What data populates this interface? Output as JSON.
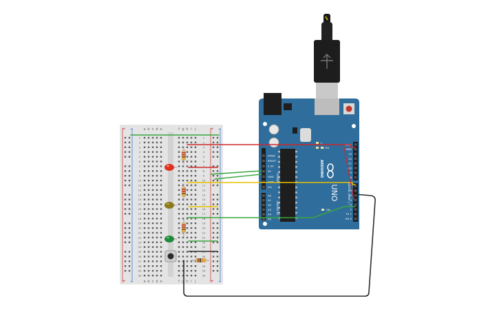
{
  "breadboard": {
    "col_letters_left": [
      "a",
      "b",
      "c",
      "d",
      "e"
    ],
    "col_letters_right": [
      "f",
      "g",
      "h",
      "i",
      "j"
    ],
    "row_labels": [
      "1",
      "2",
      "3",
      "4",
      "5",
      "6",
      "7",
      "8",
      "9",
      "10",
      "11",
      "12",
      "13",
      "14",
      "15",
      "16",
      "17",
      "18",
      "19",
      "20",
      "21",
      "22",
      "23",
      "24",
      "25",
      "26",
      "27",
      "28",
      "29",
      "30"
    ],
    "rail_plus": "+",
    "rail_minus": "−"
  },
  "arduino": {
    "model": "UNO",
    "brand": "ARDUINO",
    "power_header_title": "POWER",
    "analog_header_title": "ANALOG IN",
    "digital_header_title": "DIGITAL (PWM~)",
    "power_pins": [
      "IOREF",
      "RESET",
      "3.3V",
      "5V",
      "GND",
      "GND",
      "Vin"
    ],
    "analog_pins": [
      "A0",
      "A1",
      "A2",
      "A3",
      "A4",
      "A5"
    ],
    "digital_pins_top": [
      "AREF",
      "GND",
      "13",
      "12",
      "~11",
      "~10",
      "~9",
      "8"
    ],
    "digital_pins_bottom": [
      "7",
      "~6",
      "~5",
      "4",
      "~3",
      "2",
      "TX 1",
      "RX 0"
    ],
    "led_labels": [
      "L",
      "TX",
      "RX",
      "ON"
    ]
  },
  "colors": {
    "wire_red": "#d0262a",
    "wire_green": "#3aa53e",
    "wire_yellow": "#e6c200",
    "wire_black": "#2b2b2b",
    "board_blue": "#2f6d9c",
    "breadboard_body": "#e4e4e4",
    "led_red": "#e0301e",
    "led_yellow": "#8a7a1a",
    "led_green": "#1f8a3a"
  },
  "components": {
    "leds": [
      "red-led",
      "yellow-led",
      "green-led"
    ],
    "resistors": [
      "resistor-red-led",
      "resistor-yellow-led",
      "resistor-green-led",
      "resistor-button"
    ],
    "button": "push-button",
    "usb": "usb-cable"
  }
}
